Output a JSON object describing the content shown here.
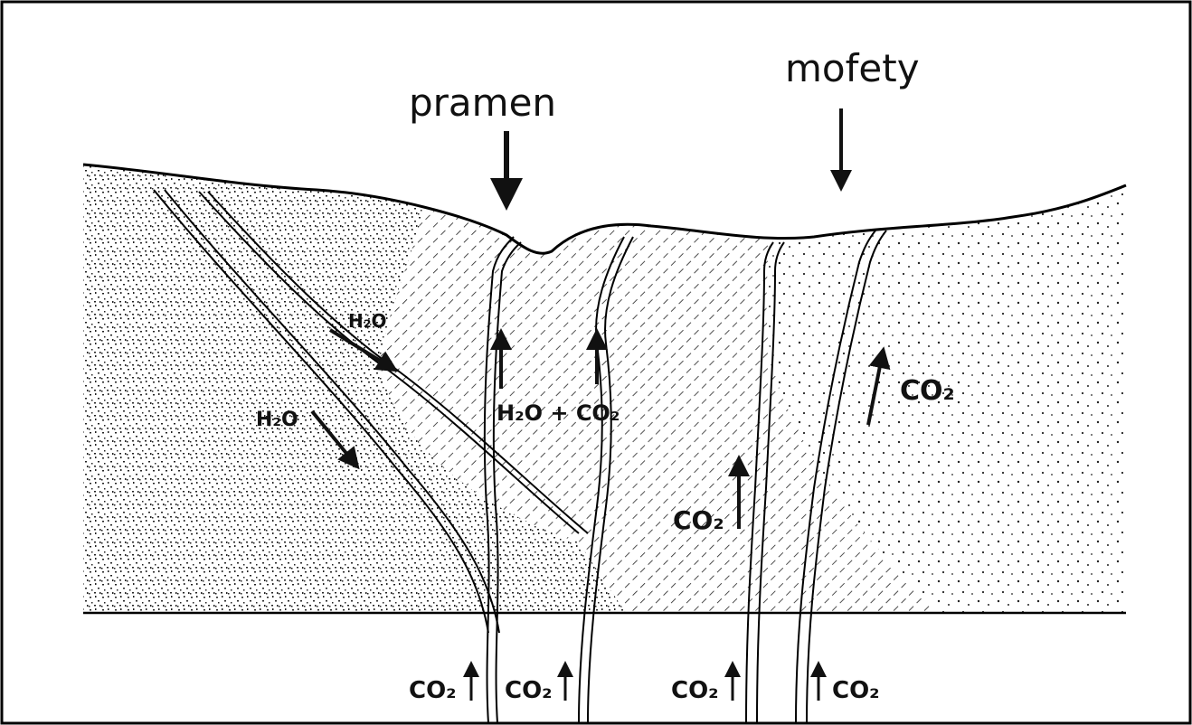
{
  "labels": {
    "spring": "pramen",
    "mofettes": "mofety",
    "water_upper": "H₂O",
    "water_lower": "H₂O",
    "water_co2": "H₂O + CO₂",
    "co2_right": "CO₂",
    "co2_middle": "CO₂",
    "co2_bottom_1": "CO₂",
    "co2_bottom_2": "CO₂",
    "co2_bottom_3": "CO₂",
    "co2_bottom_4": "CO₂"
  }
}
